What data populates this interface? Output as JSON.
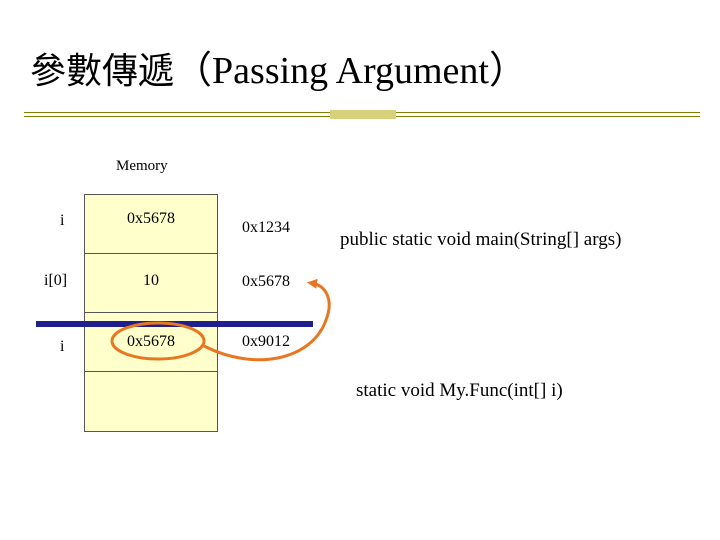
{
  "title": {
    "chinese": "參數傳遞",
    "english": "Passing Argument"
  },
  "memory": {
    "label": "Memory",
    "rows": [
      {
        "var": "i",
        "value": "0x5678",
        "address": "0x1234"
      },
      {
        "var": "i[0]",
        "value": "10",
        "address": "0x5678"
      },
      {
        "var": "i",
        "value": "0x5678",
        "address": "0x9012"
      }
    ]
  },
  "code": {
    "main_signature": "public static void main(String[] args)",
    "func_signature": "static void My.Func(int[] i)"
  },
  "colors": {
    "memory_fill": "#ffffcc",
    "scope_bar": "#1f1f8f",
    "highlight": "#e87722",
    "rule": "#808000"
  }
}
